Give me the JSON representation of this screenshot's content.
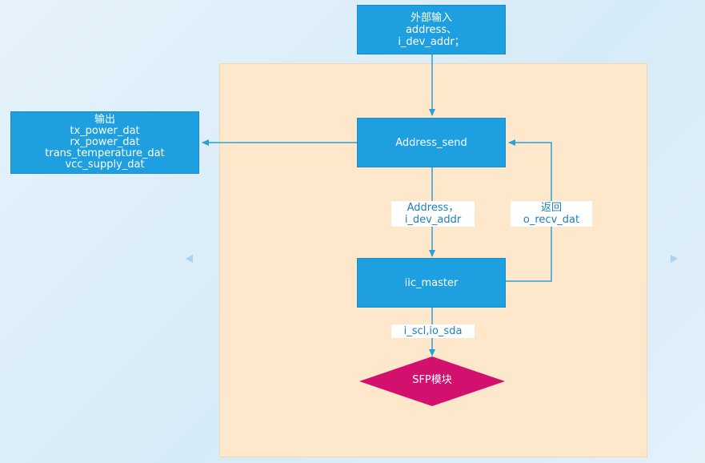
{
  "nodes": {
    "external_input": {
      "lines": [
        "外部输入",
        "address、",
        "i_dev_addr；"
      ]
    },
    "output": {
      "lines": [
        "输出",
        "tx_power_dat",
        "rx_power_dat",
        "trans_temperature_dat",
        "vcc_supply_dat"
      ]
    },
    "address_send": {
      "label": "Address_send"
    },
    "iic_master": {
      "label": "iic_master"
    },
    "sfp": {
      "label": "SFP模块"
    }
  },
  "edge_labels": {
    "address": [
      "Address，",
      "i_dev_addr"
    ],
    "return": [
      "返回",
      "o_recv_dat"
    ],
    "bus": [
      "i_scl,io_sda"
    ]
  },
  "colors": {
    "node_fill": "#1e9fe0",
    "edge": "#2a9fd8",
    "panel": "#fde8cc",
    "sfp_fill": "#d4106e"
  }
}
